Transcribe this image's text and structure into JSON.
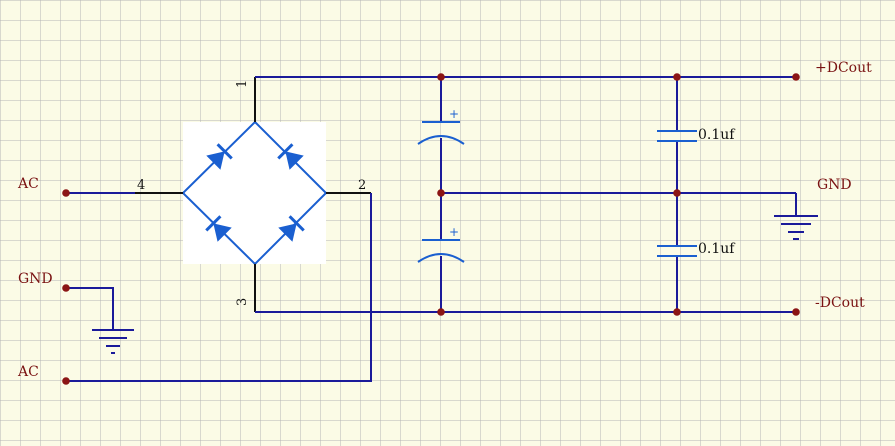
{
  "colors": {
    "background": "#fbfbe6",
    "grid": "#b5b5b5",
    "wire": "#1a1a9a",
    "component": "#1a5fd0",
    "label": "#7a1212",
    "node": "#8b1515"
  },
  "labels": {
    "ac_top": "AC",
    "gnd_left": "GND",
    "ac_bottom": "AC",
    "dc_plus": "+DCout",
    "gnd_right": "GND",
    "dc_minus": "-DCout",
    "cap_top_value": "0.1uf",
    "cap_bottom_value": "0.1uf",
    "cap_polarity_top": "+",
    "cap_polarity_bottom": "+"
  },
  "pins": {
    "pin1": "1",
    "pin2": "2",
    "pin3": "3",
    "pin4": "4"
  },
  "icons": {
    "rectifier": "bridge-rectifier-icon",
    "electrolytic": "polarized-capacitor-icon",
    "ceramic": "capacitor-icon",
    "ground": "ground-icon"
  }
}
